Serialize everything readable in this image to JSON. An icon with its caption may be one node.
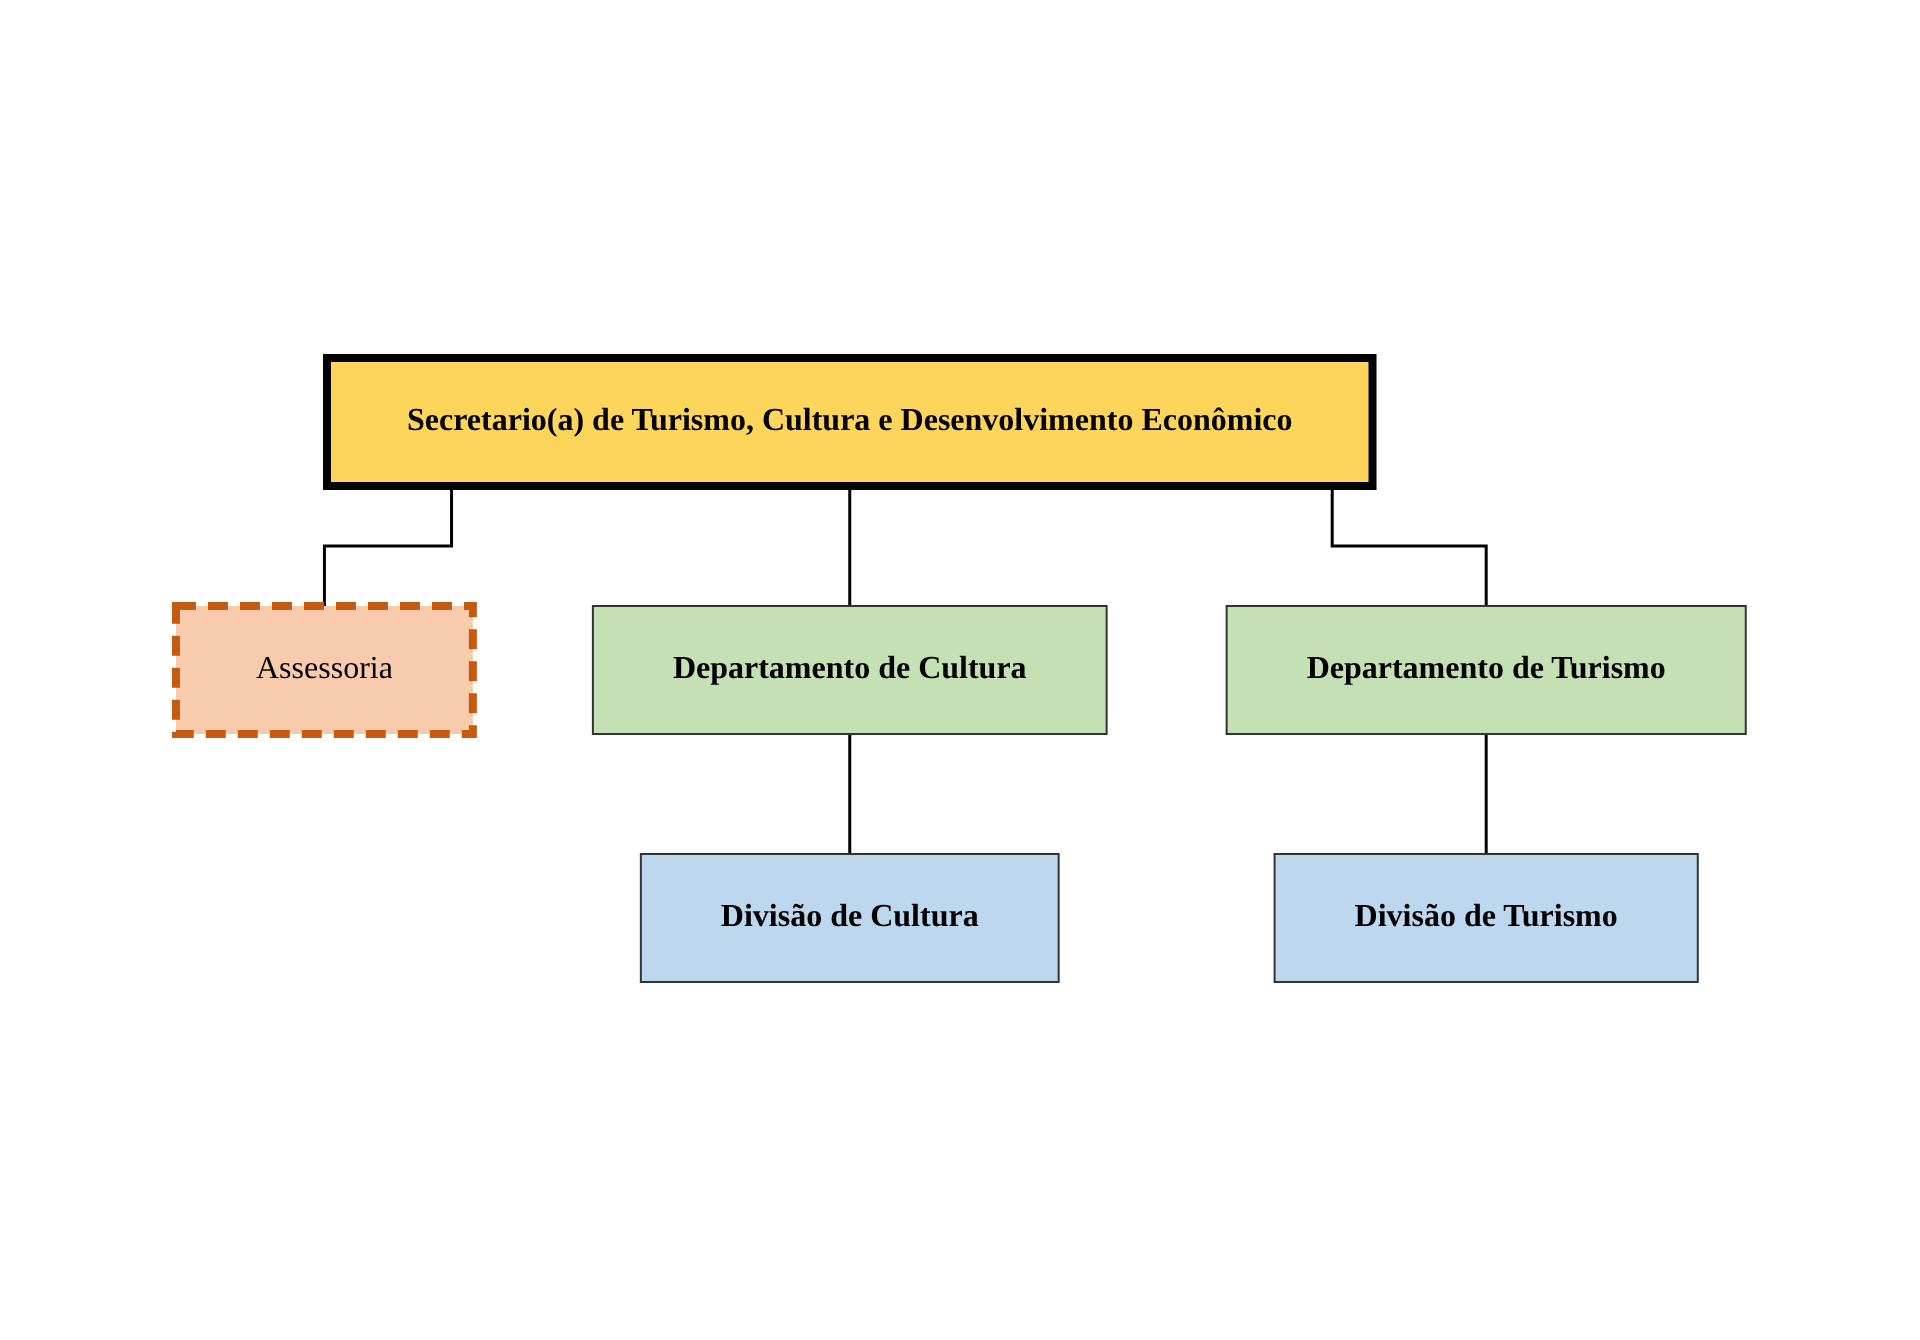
{
  "diagram": {
    "nodes": [
      {
        "text": [
          "Secretario(a) de Turismo, Cultura e Desenvolvimento Econômico"
        ]
      },
      {
        "text": [
          "Assessoria"
        ]
      },
      {
        "text": [
          "Departamento de Cultura"
        ]
      },
      {
        "text": [
          "Departamento de Turismo"
        ]
      },
      {
        "text": [
          "Divisão de Cultura"
        ]
      },
      {
        "text": [
          "Divisão de Turismo"
        ]
      }
    ],
    "edges": [
      {
        "from": 0,
        "to": 1,
        "arrow": "none"
      },
      {
        "from": 0,
        "to": 2,
        "arrow": "none"
      },
      {
        "from": 0,
        "to": 3,
        "arrow": "none"
      },
      {
        "from": 2,
        "to": 4,
        "arrow": "none"
      },
      {
        "from": 3,
        "to": 5,
        "arrow": "none"
      }
    ]
  }
}
